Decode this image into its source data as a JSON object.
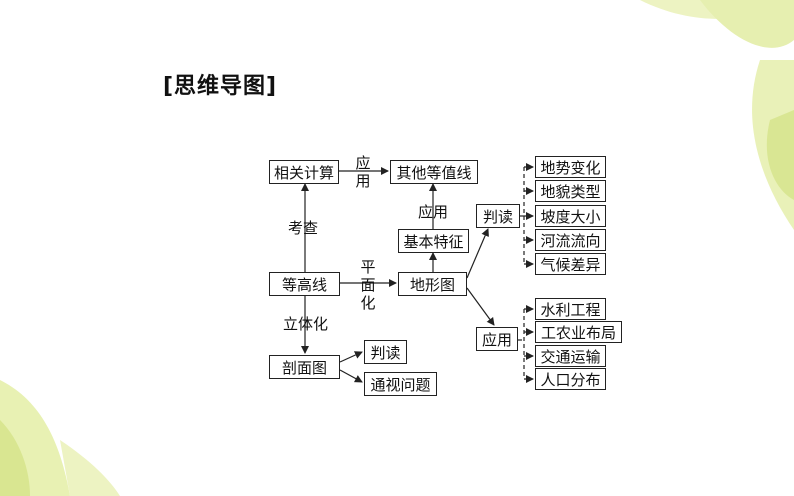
{
  "heading": "[思维导图]",
  "colors": {
    "leaf_light": "#e4eea6",
    "leaf_mid": "#cfe07a",
    "line": "#222222"
  },
  "nodes": {
    "related_calc": "相关计算",
    "other_isolines": "其他等值线",
    "basic_features": "基本特征",
    "contour_line": "等高线",
    "topo_map": "地形图",
    "judge_right": "判读",
    "apply_right": "应用",
    "profile_map": "剖面图",
    "judge_profile": "判读",
    "visibility": "通视问题",
    "judge_items": [
      "地势变化",
      "地貌类型",
      "坡度大小",
      "河流流向",
      "气候差异"
    ],
    "apply_items": [
      "水利工程",
      "工农业布局",
      "交通运输",
      "人口分布"
    ]
  },
  "labels": {
    "apply_top": "应用",
    "apply_mid": "应用",
    "examine": "考查",
    "planar": "平面化",
    "stereo": "立体化"
  }
}
